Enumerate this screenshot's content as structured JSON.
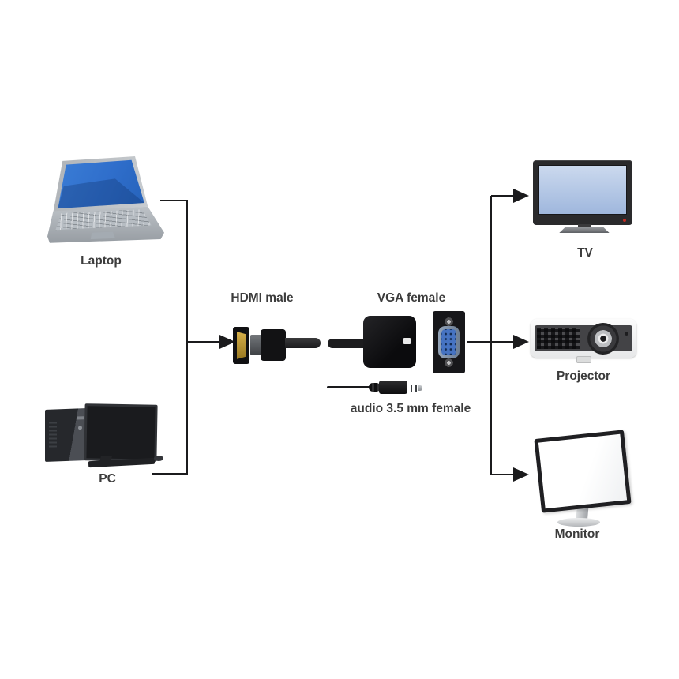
{
  "diagram": {
    "sources": [
      {
        "id": "laptop",
        "label": "Laptop"
      },
      {
        "id": "pc",
        "label": "PC"
      }
    ],
    "converter": {
      "hdmi_label": "HDMI male",
      "vga_label": "VGA female",
      "audio_label": "audio 3.5 mm female"
    },
    "displays": [
      {
        "id": "tv",
        "label": "TV"
      },
      {
        "id": "projector",
        "label": "Projector"
      },
      {
        "id": "monitor",
        "label": "Monitor"
      }
    ],
    "colors": {
      "background": "#ffffff",
      "connector_line": "#1b1b1d",
      "label_text": "#3c3c3c",
      "laptop_screen_blue": "#2f6ecb",
      "tv_screen_blue": "#b5c8e6",
      "vga_connector_blue": "#4673c2",
      "hdmi_gold": "#c09a3e",
      "power_led_red": "#c22a22",
      "device_black": "#141416"
    }
  }
}
